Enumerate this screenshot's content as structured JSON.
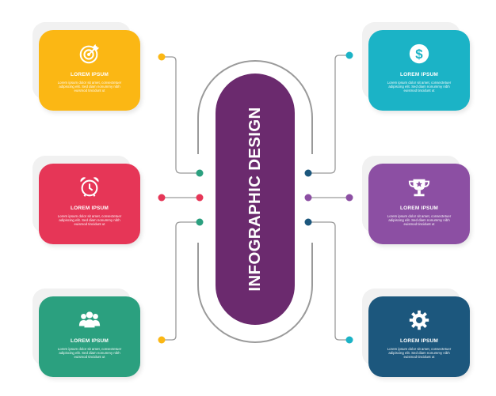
{
  "center": {
    "title": "INFOGRAPHIC DESIGN",
    "color": "#6b2a6e"
  },
  "cards": [
    {
      "color": "#fbb714",
      "icon": "target-icon",
      "title": "LOREM IPSUM",
      "body": "Lorem ipsum dolor sit amet, consectetuer adipiscing elit. Sed diam nonummy nibh euismod tincidunt ut"
    },
    {
      "color": "#e63657",
      "icon": "alarm-clock-icon",
      "title": "LOREM IPSUM",
      "body": "Lorem ipsum dolor sit amet, consectetuer adipiscing elit. Sed diam nonummy nibh euismod tincidunt ut"
    },
    {
      "color": "#2ba07f",
      "icon": "team-icon",
      "title": "LOREM IPSUM",
      "body": "Lorem ipsum dolor sit amet, consectetuer adipiscing elit. Sed diam nonummy nibh euismod tincidunt ut"
    },
    {
      "color": "#1bb3c6",
      "icon": "dollar-icon",
      "title": "LOREM IPSUM",
      "body": "Lorem ipsum dolor sit amet, consectetuer adipiscing elit. Sed diam nonummy nibh euismod tincidunt ut"
    },
    {
      "color": "#8c4fa3",
      "icon": "trophy-icon",
      "title": "LOREM IPSUM",
      "body": "Lorem ipsum dolor sit amet, consectetuer adipiscing elit. Sed diam nonummy nibh euismod tincidunt ut"
    },
    {
      "color": "#1c577d",
      "icon": "gear-icon",
      "title": "LOREM IPSUM",
      "body": "Lorem ipsum dolor sit amet, consectetuer adipiscing elit. Sed diam nonummy nibh euismod tincidunt ut"
    }
  ]
}
